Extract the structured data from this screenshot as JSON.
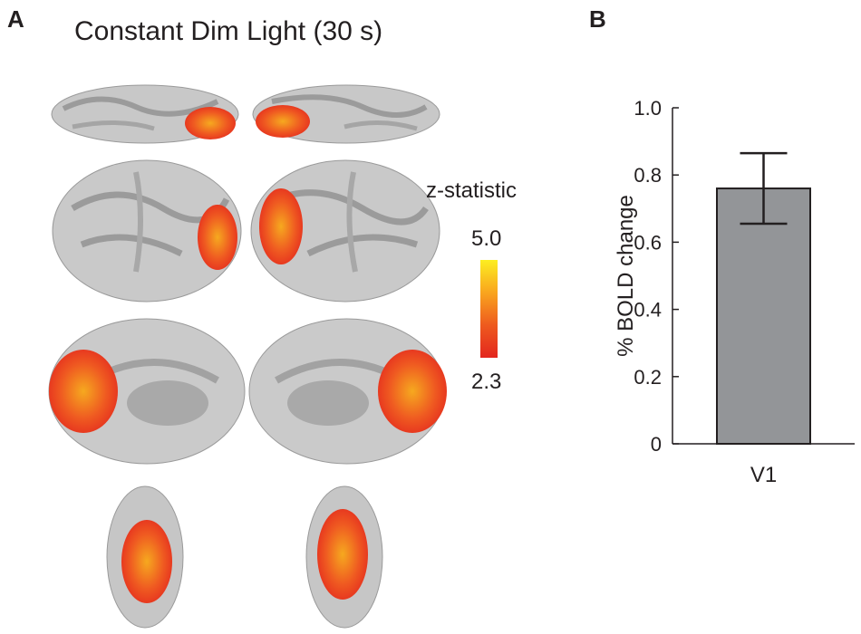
{
  "panel_a": {
    "label": "A",
    "title": "Constant Dim Light (30 s)",
    "colorbar": {
      "title": "z-statistic",
      "max_label": "5.0",
      "min_label": "2.3",
      "colors": [
        "#e3261e",
        "#ee5a1e",
        "#f9a51e",
        "#fcee21"
      ]
    }
  },
  "panel_b": {
    "label": "B"
  },
  "chart_data": {
    "type": "bar",
    "categories": [
      "V1"
    ],
    "values": [
      0.76
    ],
    "error": [
      0.105
    ],
    "ylabel": "% BOLD change",
    "xlabel": "",
    "ylim": [
      0,
      1.0
    ],
    "yticks": [
      "0",
      "0.2",
      "0.4",
      "0.6",
      "0.8",
      "1.0"
    ],
    "bar_color": "#939598",
    "grid": false
  }
}
